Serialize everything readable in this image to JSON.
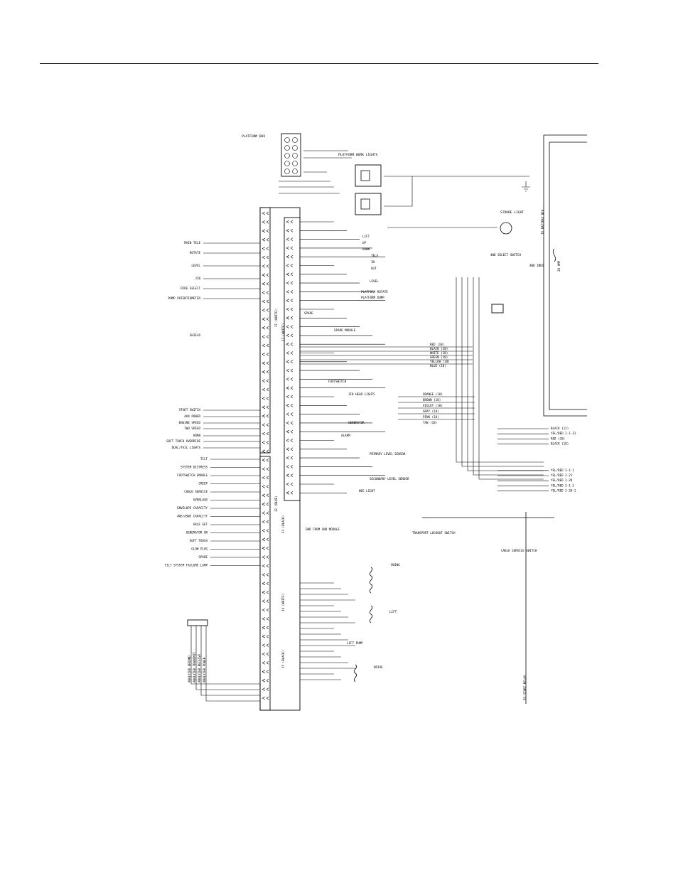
{
  "diagram": {
    "platform_box": "PLATFORM BOX",
    "platform_work_lights": "PLATFORM WORK LIGHTS",
    "strobe_light": "STROBE LIGHT",
    "platform_drive_switch": "4WD SELECT SWITCH",
    "four_wd_inds": "4WD INDS",
    "transport_lockout_switch": "TRANSPORT LOCKOUT SWITCH",
    "cable_service_switch": "CABLE SERVICE SWITCH",
    "start_relay": "TO START RELAY",
    "battery_neg": "TO BATTERY NEG",
    "fuse": "20 AMP",
    "connectors": {
      "j1": "J1 (WHITE)",
      "j2": "J2 (BLUE)",
      "j3": "J3 (BLACK)",
      "j4": "J4 (WHITE)",
      "j5": "J5 (BLACK)",
      "j7": "J7 (WHITE)"
    },
    "left_labels": [
      "MAIN TELE",
      "ROTATE",
      "LEVEL",
      "JIB",
      "RIDE SELECT",
      "PUMP POTENTIOMETER",
      "SHIELD",
      "START SWITCH",
      "AUX POWER",
      "ENGINE SPEED",
      "TWO SPEED",
      "HORN",
      "SOFT TOUCH OVERRIDE",
      "DUAL/TAIL LIGHTS"
    ],
    "j2_labels": [
      "TILT",
      "SYSTEM DISTRESS",
      "FOOTSWITCH ENABLE",
      "CREEP",
      "CABLE SERVICE",
      "OVERLOAD",
      "ENVELOPE CAPACITY",
      "4WS/ASWS CAPACITY",
      "AXLE SET",
      "GENERATOR ON",
      "SOFT TOUCH",
      "GLOW PLUG",
      "SPARE",
      "TILT SYSTEM FAILURE LAMP"
    ],
    "platform_side_labels": [
      "LIFT",
      "UP",
      "DOWN",
      "TELE",
      "IN",
      "OUT",
      "LEVEL",
      "PLATFORM ROTATE",
      "PLATFORM DUMP",
      "SPARE",
      "SPARE MODULE",
      "FOOTSWITCH",
      "JIB HEAD LIGHTS",
      "GENERATOR",
      "ALARM",
      "PRIMARY LEVEL SENSOR",
      "SECONDARY LEVEL SENSOR",
      "NEG LIGHT",
      "SWING",
      "LIFT",
      "DRIVE",
      "LIFT PUMP"
    ],
    "wire_colors": [
      "RED (18)",
      "BLACK (18)",
      "WHITE (18)",
      "GREEN (18)",
      "YELLOW (18)",
      "BLUE (18)",
      "ORANGE (18)",
      "BROWN (18)",
      "VIOLET (18)",
      "GRAY (18)",
      "PINK (18)",
      "TAN (18)"
    ],
    "right_terminals": [
      "BLACK (12)",
      "YEL/RED 2-1-31",
      "RED (18)",
      "BLACK (18)",
      "YEL/RED 2-1-1",
      "YEL/RED 2-21",
      "YEL/RED 2-20",
      "YEL/RED 2-1-2",
      "YEL/RED 2-20-1"
    ],
    "legend": [
      "ANALYZER GROUND",
      "ANALYZER TRANSMIT",
      "ANALYZER RECEIVE",
      "ANALYZER POWER"
    ],
    "ground_note": "GND FROM GND MODULE"
  }
}
